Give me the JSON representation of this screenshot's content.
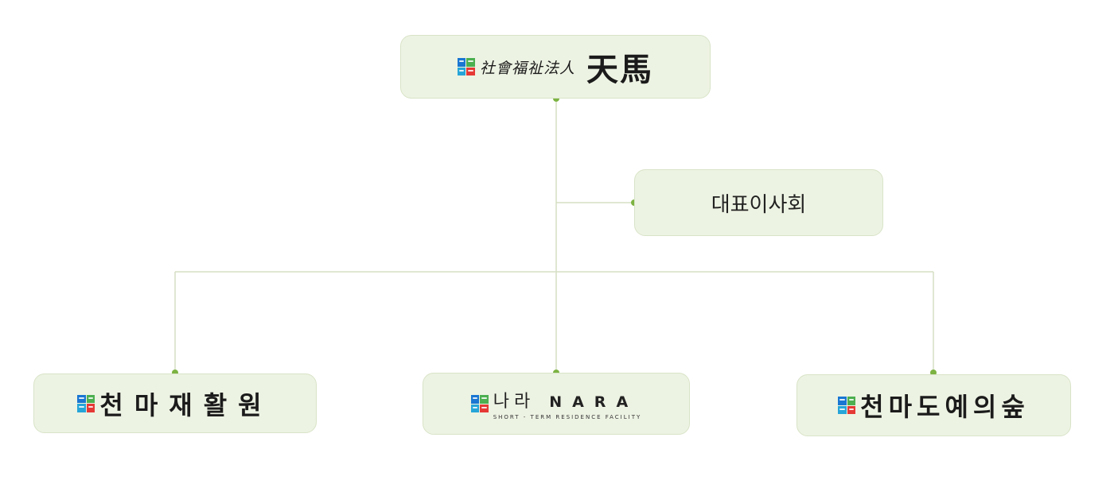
{
  "colors": {
    "node_fill": "#edf3e3",
    "node_border": "#d8e3c7",
    "connector_line": "#d6dfc4",
    "connector_dot": "#7cb342",
    "logo_blue": "#1976d2",
    "logo_green": "#4caf50",
    "logo_cyan": "#26a5d8",
    "logo_red": "#e53935"
  },
  "nodes": {
    "top": {
      "logo_icon": "four-color-square-logo-icon",
      "subtitle": "社會福祉法人",
      "title": "天馬"
    },
    "board": {
      "label": "대표이사회"
    },
    "left": {
      "logo_icon": "four-color-square-logo-icon",
      "title": "천마재활원"
    },
    "center": {
      "logo_icon": "four-color-square-logo-icon",
      "title_kr": "나라",
      "title_en": "NARA",
      "tagline": "SHORT - TERM RESIDENCE FACILITY"
    },
    "right": {
      "logo_icon": "four-color-square-logo-icon",
      "title": "천마도예의숲"
    }
  }
}
